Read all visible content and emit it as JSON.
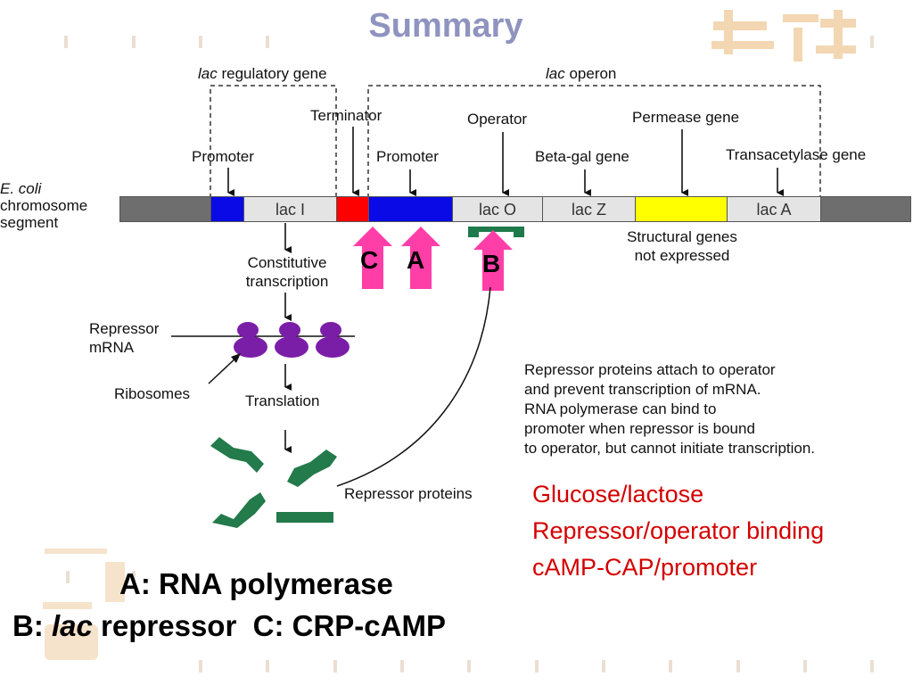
{
  "title": "Summary",
  "diagram": {
    "lac_regulatory_gene": {
      "italic": "lac",
      "rest": " regulatory gene"
    },
    "lac_operon": {
      "italic": "lac",
      "rest": " operon"
    },
    "terminator": "Terminator",
    "operator": "Operator",
    "permease_gene": "Permease gene",
    "promoter_left": "Promoter",
    "promoter_right": "Promoter",
    "beta_gal_gene": "Beta-gal gene",
    "transacetylase_gene": "Transacetylase gene",
    "ecoli": {
      "italic": "E. coli",
      "line2": "chromosome",
      "line3": "segment"
    },
    "segments": {
      "lacI": "lac I",
      "lacO": "lac O",
      "lacZ": "lac Z",
      "lacA": "lac A"
    },
    "structural_genes": {
      "line1": "Structural genes",
      "line2": "not expressed"
    },
    "constitutive": {
      "line1": "Constitutive",
      "line2": "transcription"
    },
    "repressor_mrna": {
      "line1": "Repressor",
      "line2": "mRNA"
    },
    "ribosomes": "Ribosomes",
    "translation": "Translation",
    "repressor_proteins": "Repressor proteins",
    "note_lines": [
      "Repressor proteins attach to operator",
      "and prevent transcription of mRNA.",
      "RNA polymerase can bind to",
      "promoter when repressor is bound",
      "to operator, but cannot initiate transcription."
    ],
    "arrow_labels": {
      "c": "C",
      "a": "A",
      "b": "B"
    },
    "colors": {
      "promoter": "#0a0ae6",
      "terminator": "#ff0000",
      "permease": "#ffff00",
      "chromosome": "#6e6e6e",
      "gene": "#e4e4e4",
      "repressor": "#237a4a",
      "ribosome": "#7a1ea8",
      "pink_arrow": "#ff3ea8"
    }
  },
  "red_notes": [
    "Glucose/lactose",
    "Repressor/operator binding",
    "cAMP-CAP/promoter"
  ],
  "legend": {
    "line1": "A: RNA polymerase",
    "line2_prefix": "B: ",
    "line2_italic": "lac",
    "line2_rest": " repressor  C: CRP-cAMP"
  }
}
